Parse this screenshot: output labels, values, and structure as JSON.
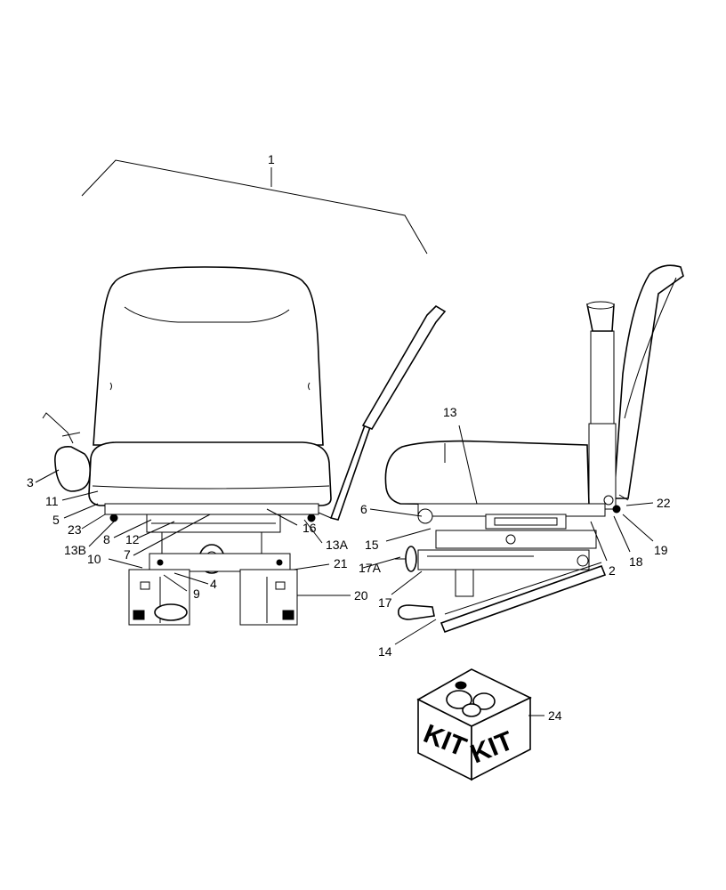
{
  "diagram": {
    "callouts": {
      "c1": "1",
      "c2": "2",
      "c3": "3",
      "c4": "4",
      "c5": "5",
      "c6": "6",
      "c7": "7",
      "c8": "8",
      "c9": "9",
      "c10": "10",
      "c11": "11",
      "c12": "12",
      "c13": "13",
      "c13a": "13A",
      "c13b": "13B",
      "c14": "14",
      "c15": "15",
      "c16": "16",
      "c17": "17",
      "c17a": "17A",
      "c18": "18",
      "c19": "19",
      "c20": "20",
      "c21": "21",
      "c22": "22",
      "c23": "23",
      "c24": "24"
    },
    "kit_box": {
      "label_left": "KIT",
      "label_right": "KIT"
    }
  }
}
